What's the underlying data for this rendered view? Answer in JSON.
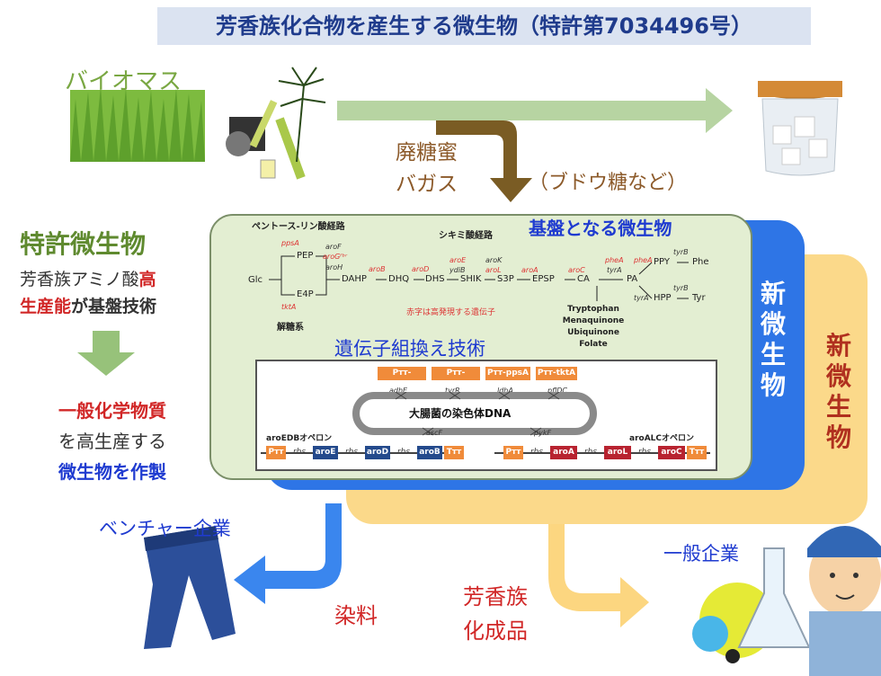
{
  "title": "芳香族化合物を産生する微生物（特許第7034496号）",
  "inputs": {
    "biomass": "バイオマス",
    "molasses": "廃糖蜜",
    "bagasse": "バガス",
    "glucose": "（ブドウ糖など）"
  },
  "left_panel": {
    "heading": "特許微生物",
    "desc_line1_a": "芳香族アミノ酸",
    "desc_line1_b": "高",
    "desc_line2_a": "生産能",
    "desc_line2_b": "が基盤技術",
    "result_line1": "一般化学物質",
    "result_line2": "を高生産する",
    "result_line3": "微生物を作製"
  },
  "green_box": {
    "heading": "基盤となる微生物",
    "pentose": "ペントース-リン酸経路",
    "shikimate": "シキミ酸経路",
    "glycolysis": "解糖系",
    "highlight_note": "赤字は高発現する遺伝子",
    "recombination": "遺伝子組換え技術",
    "dna": "大腸菌の染色体DNA"
  },
  "pathway": {
    "glc": "Glc",
    "pep": "PEP",
    "e4p": "E4P",
    "dahp": "DAHP",
    "dhq": "DHQ",
    "dhs": "DHS",
    "shik": "SHIK",
    "s3p": "S3P",
    "epsp": "EPSP",
    "ca": "CA",
    "pa": "PA",
    "ppy": "PPY",
    "phe": "Phe",
    "hpp": "HPP",
    "tyr": "Tyr",
    "products": [
      "Tryptophan",
      "Menaquinone",
      "Ubiquinone",
      "Folate"
    ]
  },
  "enzymes": {
    "ppsa": "ppsA",
    "arof": "aroF",
    "arog": "aroGᶠᵇʳ",
    "aroh": "aroH",
    "tkta": "tktA",
    "arob": "aroB",
    "arod": "aroD",
    "aroe": "aroE",
    "ydib": "ydiB",
    "arok": "aroK",
    "arol": "aroL",
    "aroa": "aroA",
    "aroc": "aroC",
    "phea1": "pheA",
    "tyra1": "tyrA",
    "phea2": "pheA",
    "tyrb1": "tyrB",
    "tyra2": "tyrA",
    "tyrb2": "tyrB"
  },
  "promoters": [
    "Pᴛᴛ-aroGᶠᵇʳ",
    "Pᴛᴛ-pheAᶠᵇʳ",
    "Pᴛᴛ-ppsA",
    "Pᴛᴛ-tktA"
  ],
  "knockouts_top": [
    "adhE",
    "tyrR",
    "ldhA",
    "pflDC"
  ],
  "knockouts_bottom": [
    "ascF",
    "pykF"
  ],
  "operon_left": {
    "label": "aroEDBオペロン",
    "parts": [
      "Pᴛᴛ",
      "rbs",
      "aroE",
      "rbs",
      "aroD",
      "rbs",
      "aroB",
      "Tᴛᴛ"
    ]
  },
  "operon_right": {
    "label": "aroALCオペロン",
    "parts": [
      "Pᴛᴛ",
      "rbs",
      "aroA",
      "rbs",
      "aroL",
      "rbs",
      "aroC",
      "Tᴛᴛ"
    ]
  },
  "new_microbe": "新微生物",
  "outputs": {
    "venture": "ベンチャー企業",
    "dye": "染料",
    "general": "一般企業",
    "aromatic_line1": "芳香族",
    "aromatic_line2": "化成品"
  },
  "colors": {
    "title_bg": "#dbe3f1",
    "green_box": "#e3eed2",
    "blue_box": "#2e75e6",
    "yellow_box": "#fbd98a",
    "arrow_green": "#b7d4a2",
    "arrow_brown": "#6b4a0c",
    "arrow_blue": "#3a86ee",
    "arrow_yellow": "#fcd680",
    "gene_red": "#b82330",
    "gene_blue": "#244a8c",
    "terminator": "#f08b3a"
  }
}
